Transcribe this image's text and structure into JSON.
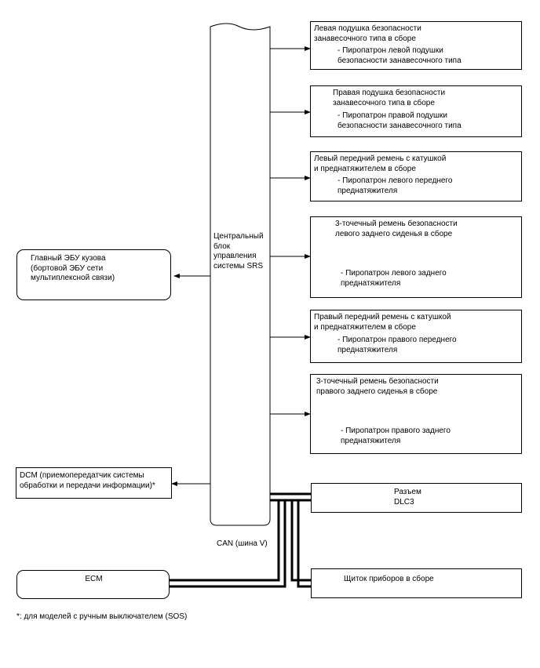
{
  "srs_unit": {
    "label": "Центральный\nблок\nуправления\nсистемы SRS"
  },
  "main_body_ecu": {
    "label": "Главный ЭБУ кузова\n(бортовой ЭБУ сети\nмультиплексной связи)"
  },
  "dcm": {
    "label": "DCM (приемопередатчик системы\nобработки и передачи информации)*"
  },
  "ecm": {
    "label": "ECM"
  },
  "can_bus": {
    "label": "CAN (шина V)"
  },
  "components": [
    {
      "title": "Левая подушка безопасности\nзанавесочного типа в сборе",
      "sub": "- Пиропатрон левой подушки\nбезопасности занавесочного типа"
    },
    {
      "title": "Правая подушка безопасности\nзанавесочного типа в сборе",
      "sub": "- Пиропатрон правой подушки\nбезопасности занавесочного типа"
    },
    {
      "title": "Левый передний ремень с катушкой\nи преднатяжителем в сборе",
      "sub": "- Пиропатрон левого переднего\nпреднатяжителя"
    },
    {
      "title": "3-точечный ремень безопасности\nлевого заднего сиденья в сборе",
      "sub": "- Пиропатрон левого заднего\nпреднатяжителя"
    },
    {
      "title": "Правый передний ремень с катушкой\nи преднатяжителем в сборе",
      "sub": "- Пиропатрон правого переднего\nпреднатяжителя"
    },
    {
      "title": "3-точечный ремень безопасности\nправого заднего сиденья в сборе",
      "sub": "- Пиропатрон правого заднего\nпреднатяжителя"
    }
  ],
  "dlc3": {
    "label": "Разъем\nDLC3"
  },
  "meter": {
    "label": "Щиток приборов в сборе"
  },
  "footnote": "*: для моделей с ручным выключателем (SOS)"
}
